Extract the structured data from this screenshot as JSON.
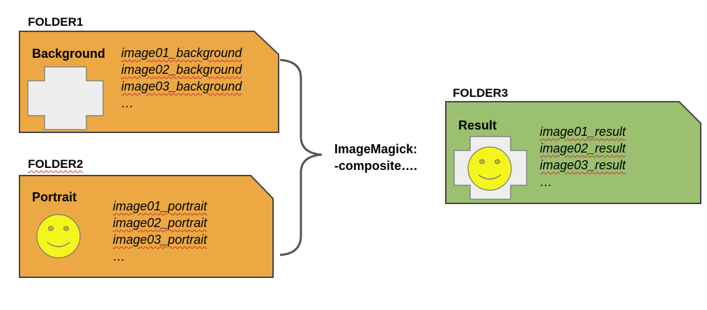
{
  "folders": {
    "folder1": {
      "title": "FOLDER1",
      "label": "Background",
      "files": [
        "image01_background",
        "image02_background",
        "image03_background",
        "…"
      ]
    },
    "folder2": {
      "title": "FOLDER2",
      "label": "Portrait",
      "files": [
        "image01_portrait",
        "image02_portrait",
        "image03_portrait",
        "…"
      ]
    },
    "folder3": {
      "title": "FOLDER3",
      "label": "Result",
      "files": [
        "image01_result",
        "image02_result",
        "image03_result",
        "…"
      ]
    }
  },
  "operation": {
    "line1": "ImageMagick:",
    "line2": "-composite…."
  },
  "colors": {
    "source_folder_fill": "#eba843",
    "result_folder_fill": "#9bc070",
    "folder_stroke": "#444444",
    "background_shape_fill": "#eeeeee",
    "smiley_fill": "#f5f51e"
  },
  "icons": {
    "background_shape": "cross-shape",
    "portrait_shape": "smiley-face"
  }
}
